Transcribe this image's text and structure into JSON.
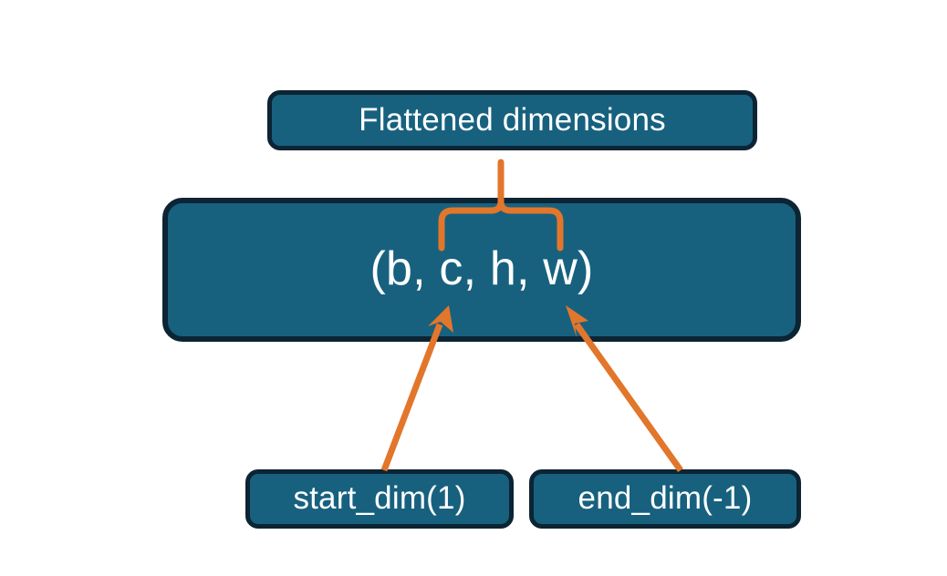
{
  "diagram": {
    "title_node": {
      "label": "Flattened dimensions",
      "name": "flattened-dimensions-box"
    },
    "shape_node": {
      "label": "(b, c, h, w)",
      "name": "tensor-shape-box"
    },
    "start_node": {
      "label": "start_dim(1)",
      "name": "start-dim-box"
    },
    "end_node": {
      "label": "end_dim(-1)",
      "name": "end-dim-box"
    },
    "connectors": [
      {
        "name": "brace-connector",
        "from": "tensor-shape-box",
        "to": "flattened-dimensions-box",
        "style": "curly-brace-up"
      },
      {
        "name": "start-dim-arrow",
        "from": "start-dim-box",
        "to": "tensor-shape-box",
        "style": "arrow-up-right"
      },
      {
        "name": "end-dim-arrow",
        "from": "end-dim-box",
        "to": "tensor-shape-box",
        "style": "arrow-up-left"
      }
    ],
    "colors": {
      "node_fill": "#17617f",
      "node_border": "#0c2433",
      "node_text": "#ffffff",
      "connector": "#e2762b",
      "background": "#ffffff"
    }
  }
}
